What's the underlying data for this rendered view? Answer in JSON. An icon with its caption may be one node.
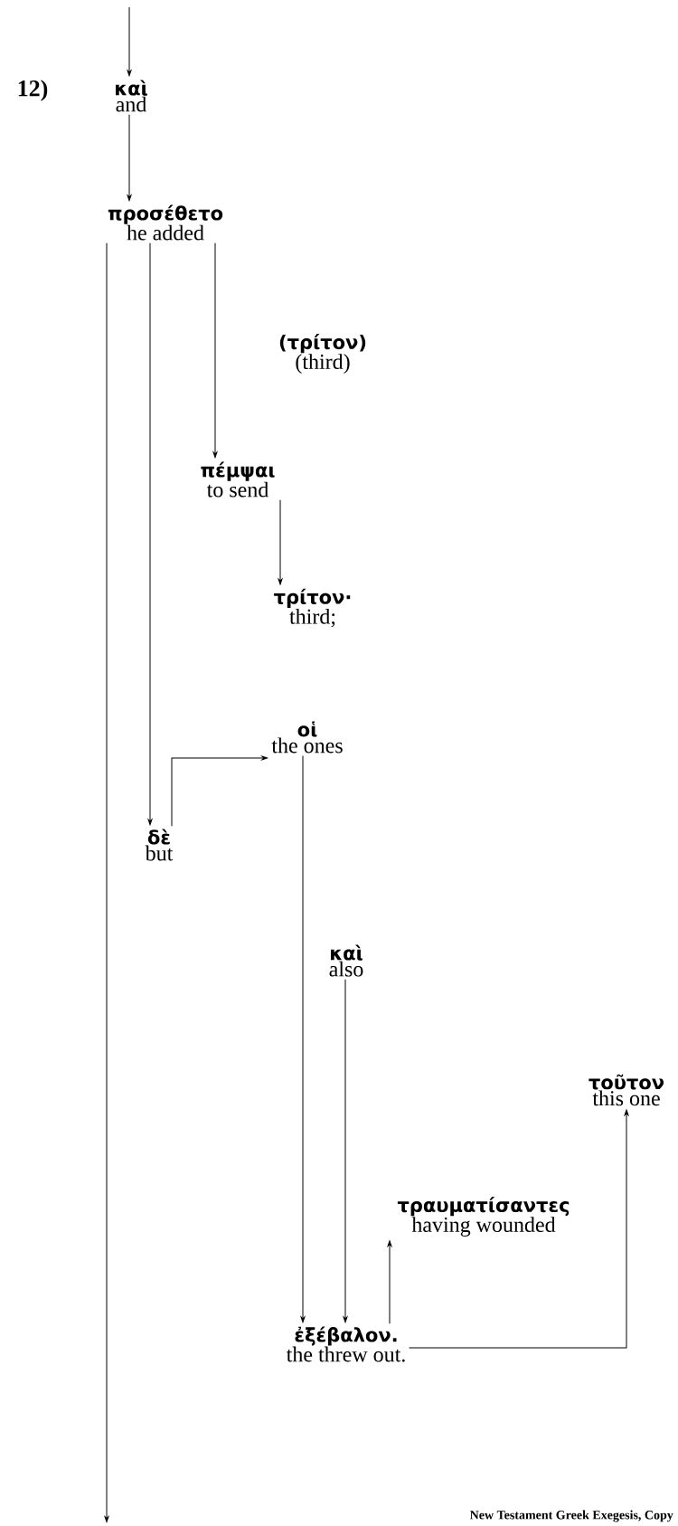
{
  "diagram": {
    "nodes": [
      {
        "text": [
          "καὶ",
          "and"
        ]
      },
      {
        "text": [
          "προσέθετο",
          "he added"
        ]
      },
      {
        "text": [
          "(τρίτον)",
          "(third)"
        ]
      },
      {
        "text": [
          "πέμψαι",
          "to send"
        ]
      },
      {
        "text": [
          "τρίτον·",
          "third;"
        ]
      },
      {
        "text": [
          "οἱ",
          "the ones"
        ]
      },
      {
        "text": [
          "δὲ",
          "but"
        ]
      },
      {
        "text": [
          "καὶ",
          "also"
        ]
      },
      {
        "text": [
          "τοῦτον",
          "this one"
        ]
      },
      {
        "text": [
          "τραυματίσαντες",
          "having wounded"
        ]
      },
      {
        "text": [
          "ἐξέβαλον.",
          "the threw out."
        ]
      }
    ],
    "edges": [
      {
        "from": null,
        "to": 0,
        "arrow": "to"
      },
      {
        "from": 0,
        "to": 1,
        "arrow": "to"
      },
      {
        "from": 1,
        "to": null,
        "arrow": "to"
      },
      {
        "from": 1,
        "to": 6,
        "arrow": "to"
      },
      {
        "from": 1,
        "to": 3,
        "arrow": "to"
      },
      {
        "from": 3,
        "to": 4,
        "arrow": "to"
      },
      {
        "from": 6,
        "to": 5,
        "arrow": "to"
      },
      {
        "from": 5,
        "to": 10,
        "arrow": "to"
      },
      {
        "from": 7,
        "to": 10,
        "arrow": "to"
      },
      {
        "from": 10,
        "to": 9,
        "arrow": "to"
      },
      {
        "from": 10,
        "to": 8,
        "arrow": "to"
      }
    ],
    "labels": [
      "12)",
      "New Testament Greek Exegesis, Copy"
    ]
  }
}
